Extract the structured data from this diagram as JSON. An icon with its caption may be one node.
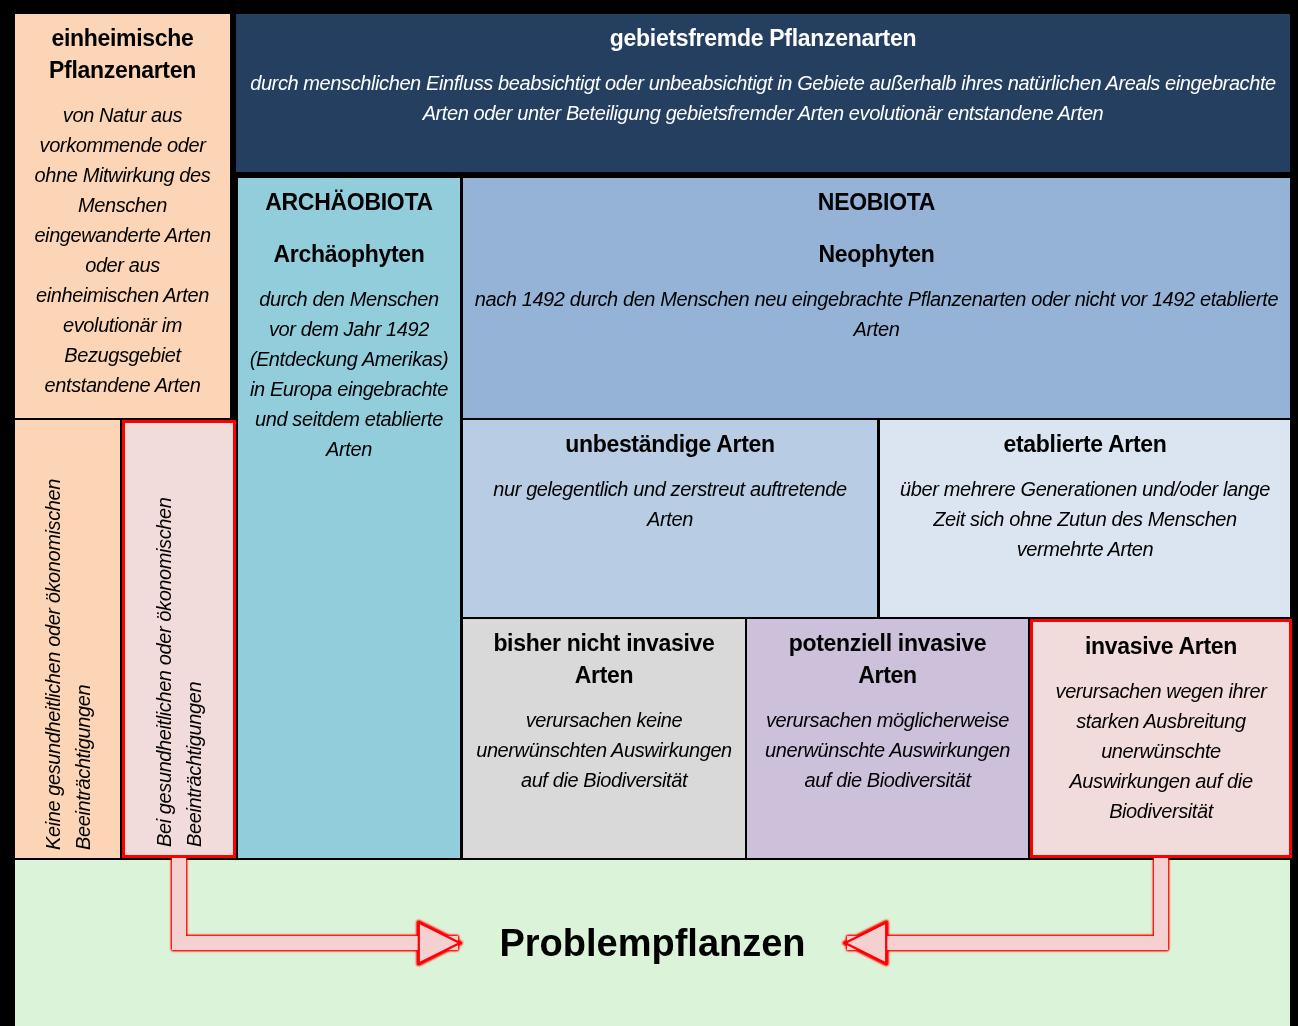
{
  "diagram": {
    "nodes": [
      {
        "text": [
          "einheimische Pflanzenarten",
          "von Natur aus vorkommende oder ohne Mitwirkung des Menschen eingewanderte Arten oder aus einheimischen Arten evolutionär im Bezugsgebiet entstandene Arten"
        ]
      },
      {
        "text": [
          "gebietsfremde Pflanzenarten",
          "durch menschlichen Einfluss beabsichtigt oder unbeabsichtigt in Gebiete außerhalb ihres natürlichen Areals eingebrachte Arten oder unter Beteiligung gebietsfremder Arten evolutionär entstandene Arten"
        ]
      },
      {
        "text": [
          "ARCHÄOBIOTA",
          "Archäophyten",
          "durch den Menschen vor dem Jahr 1492 (Entdeckung Amerikas) in Europa eingebrachte und seitdem etablierte Arten"
        ]
      },
      {
        "text": [
          "NEOBIOTA",
          "Neophyten",
          "nach 1492 durch den Menschen neu eingebrachte Pflanzenarten oder nicht vor 1492 etablierte Arten"
        ]
      },
      {
        "text": [
          "unbeständige Arten",
          "nur gelegentlich und zerstreut auftretende Arten"
        ]
      },
      {
        "text": [
          "etablierte Arten",
          "über mehrere Generationen und/oder lange Zeit sich ohne Zutun des Menschen vermehrte Arten"
        ]
      },
      {
        "text": [
          "bisher nicht invasive Arten",
          "verursachen keine unerwünschten Auswirkungen auf die Biodiversität"
        ]
      },
      {
        "text": [
          "potenziell invasive Arten",
          "verursachen möglicherweise unerwünschte Auswirkungen auf die Biodiversität"
        ]
      },
      {
        "text": [
          "invasive Arten",
          "verursachen wegen ihrer starken Ausbreitung unerwünschte Auswirkungen auf die Biodiversität"
        ]
      },
      {
        "text": [
          "Keine gesundheitlichen oder ökonomischen Beeinträchtigungen"
        ]
      },
      {
        "text": [
          "Bei gesundheitlichen oder ökonomischen Beeinträchtigungen"
        ]
      },
      {
        "text": [
          "Problempflanzen"
        ]
      }
    ],
    "edges": [
      {
        "from": 10,
        "to": 11,
        "arrow": "to"
      },
      {
        "from": 8,
        "to": 11,
        "arrow": "to"
      }
    ]
  }
}
